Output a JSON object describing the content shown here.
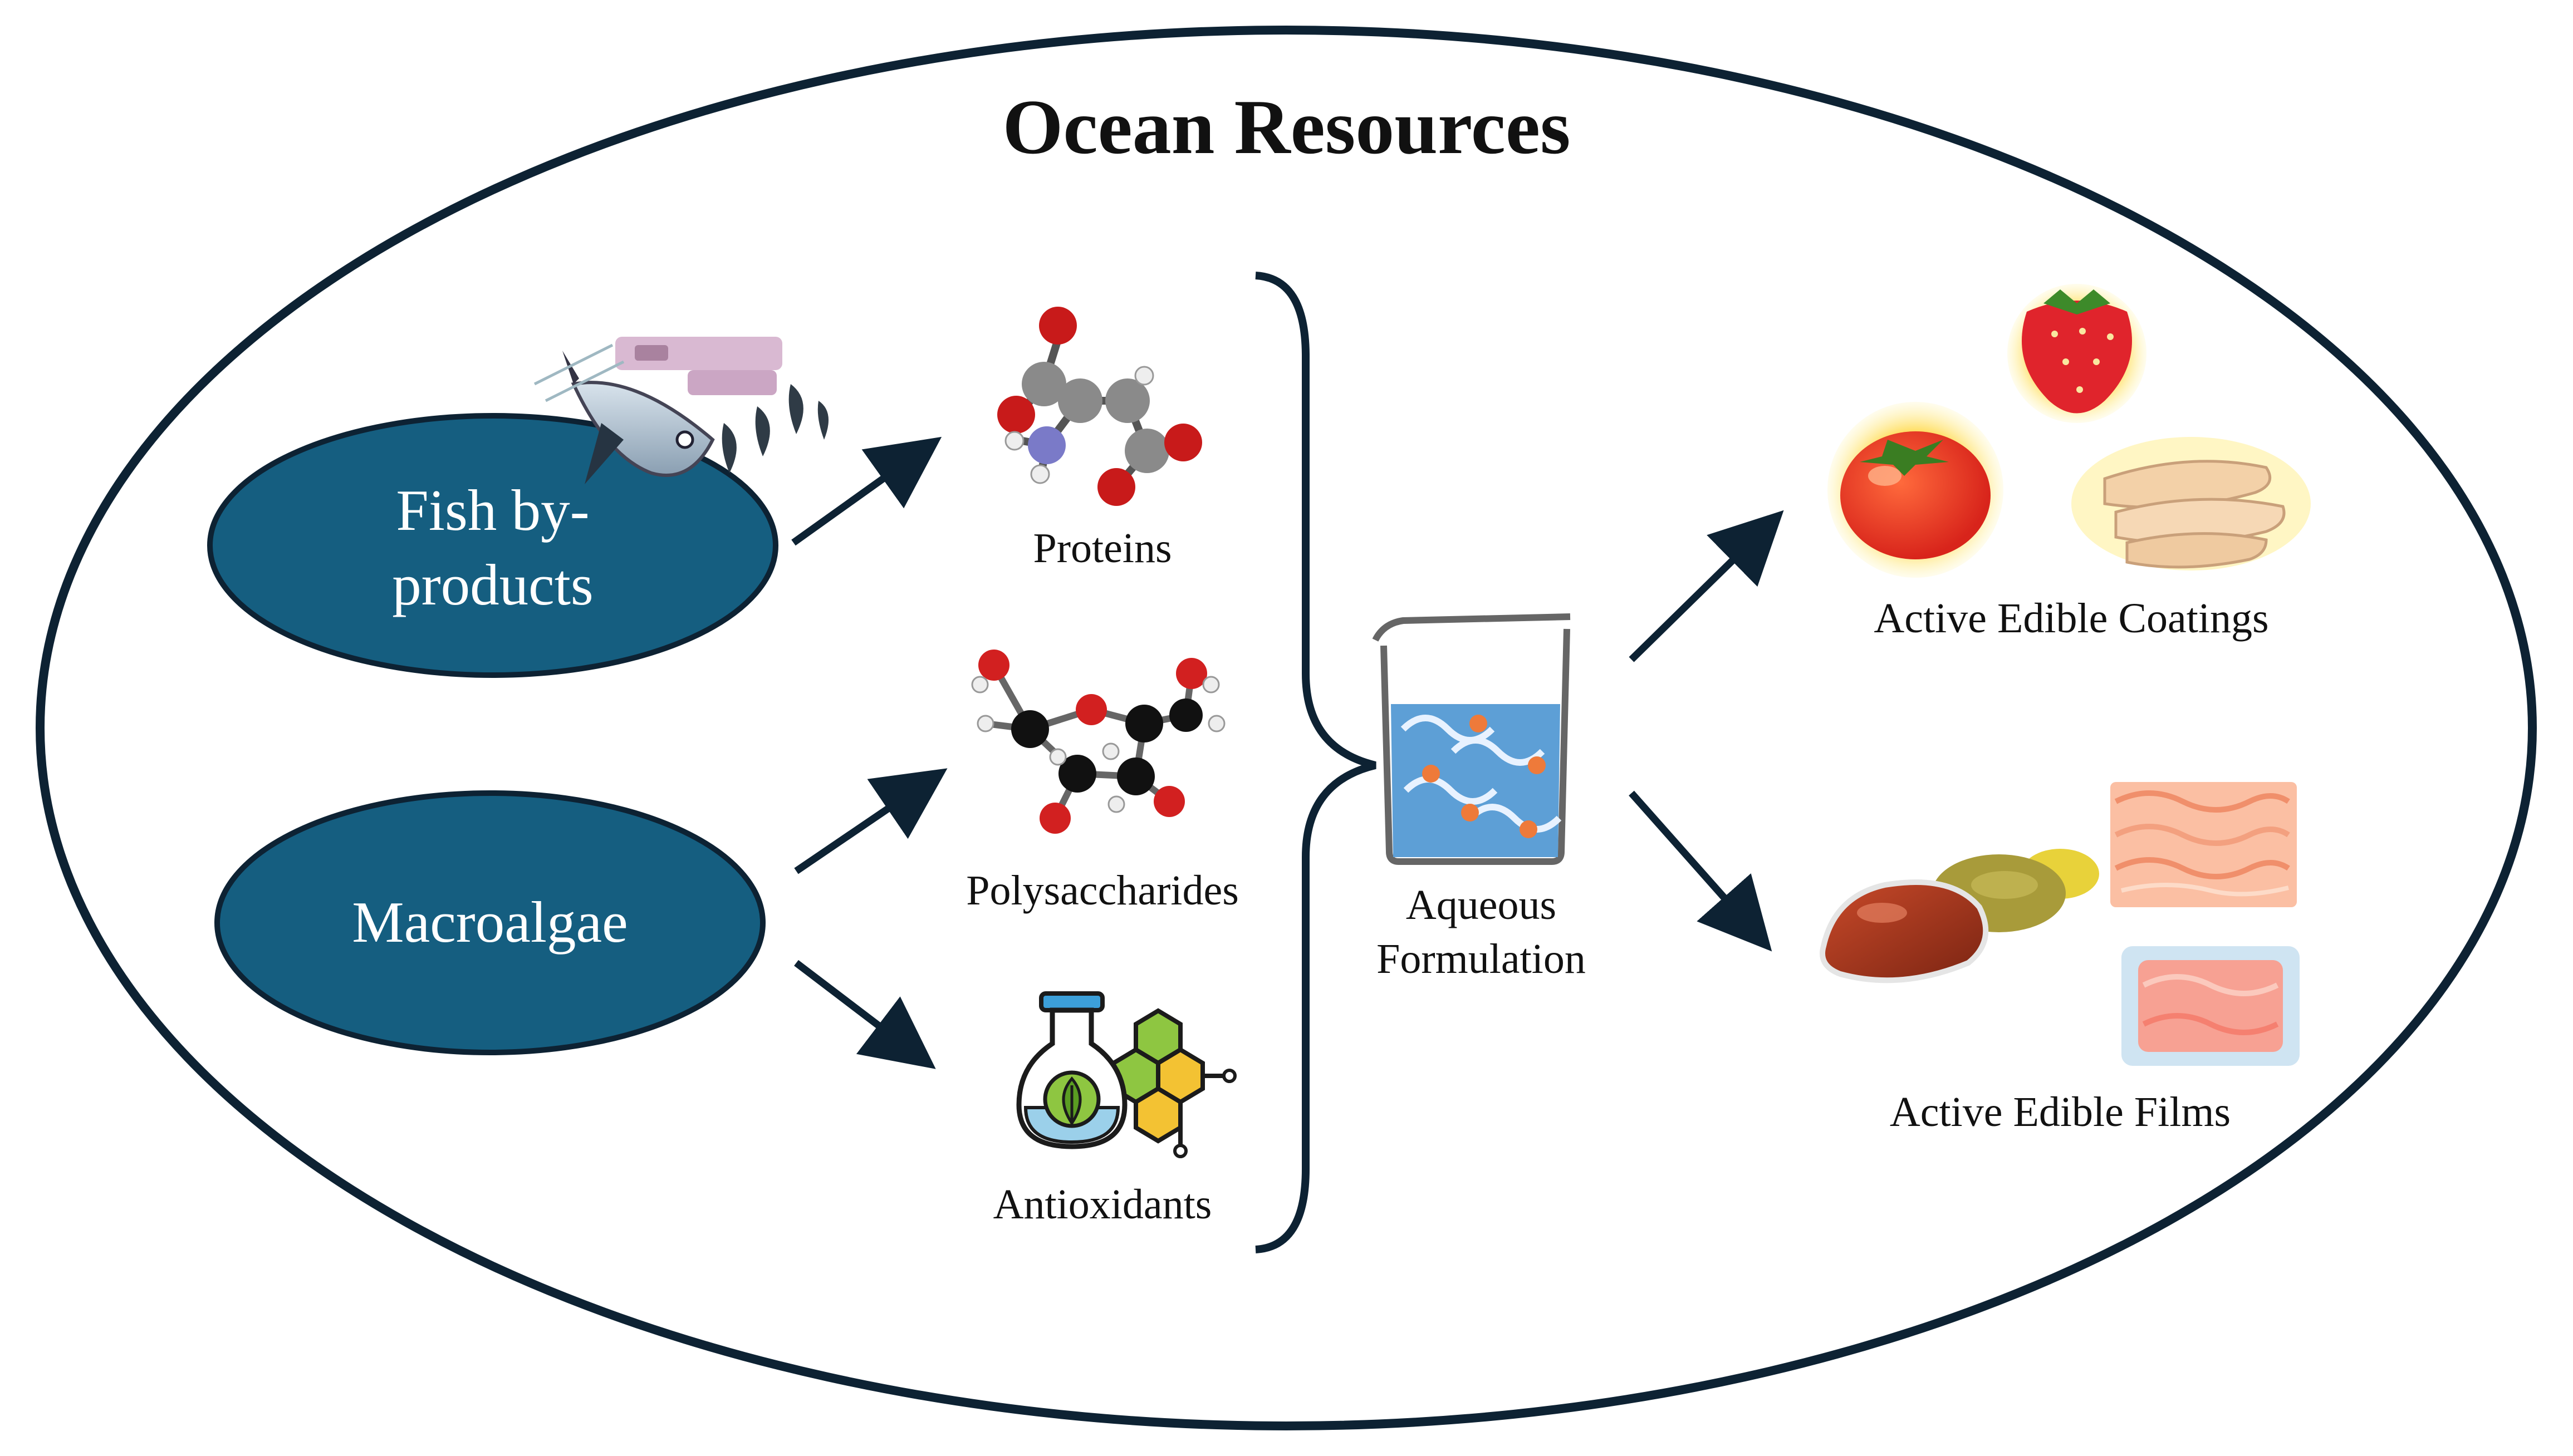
{
  "title": "Ocean Resources",
  "sources": [
    {
      "label_line1": "Fish by-",
      "label_line2": "products"
    },
    {
      "label": "Macroalgae"
    }
  ],
  "components": [
    {
      "label": "Proteins"
    },
    {
      "label": "Polysaccharides"
    },
    {
      "label": "Antioxidants"
    }
  ],
  "formulation": {
    "label_line1": "Aqueous",
    "label_line2": "Formulation"
  },
  "products": [
    {
      "label": "Active Edible Coatings"
    },
    {
      "label": "Active Edible Films"
    }
  ],
  "colors": {
    "outline": "#0d2233",
    "node_fill": "#155e80",
    "arrow": "#0d2233",
    "liquid": "#5d9fd6",
    "particle": "#ee7a3a"
  }
}
